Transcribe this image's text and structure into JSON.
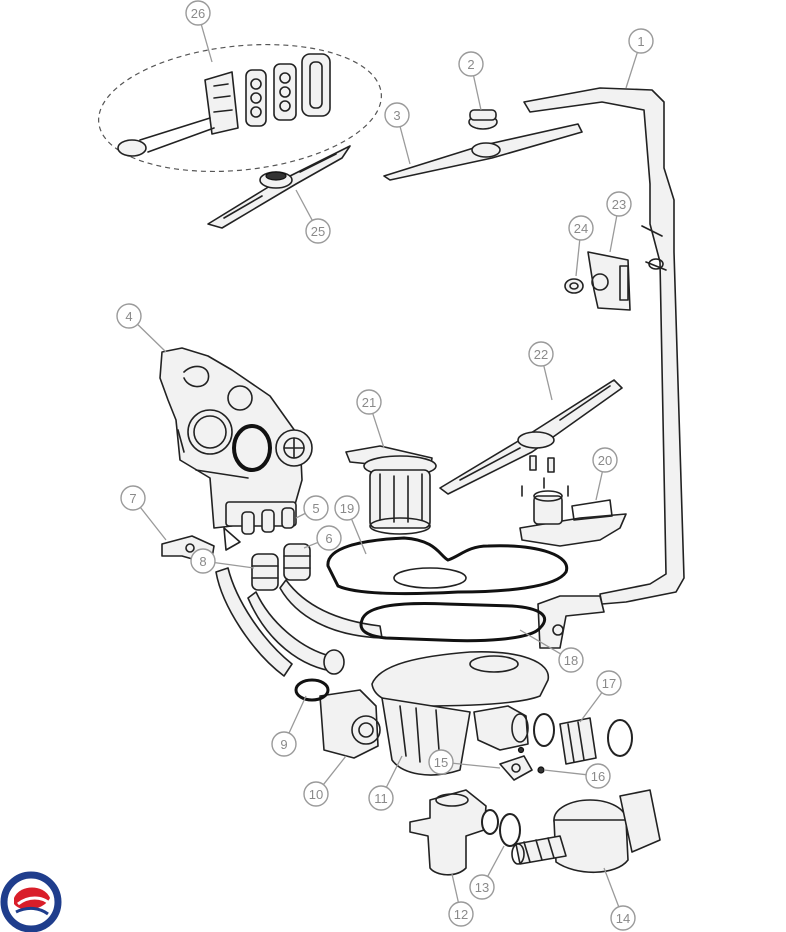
{
  "callouts": [
    "1",
    "2",
    "3",
    "4",
    "5",
    "6",
    "7",
    "8",
    "9",
    "10",
    "11",
    "12",
    "13",
    "14",
    "15",
    "16",
    "17",
    "18",
    "19",
    "20",
    "21",
    "22",
    "23",
    "24",
    "25",
    "26"
  ],
  "logo": {
    "name": "brand-logo",
    "colors": [
      "#1f3d8c",
      "#d91e2a"
    ]
  }
}
